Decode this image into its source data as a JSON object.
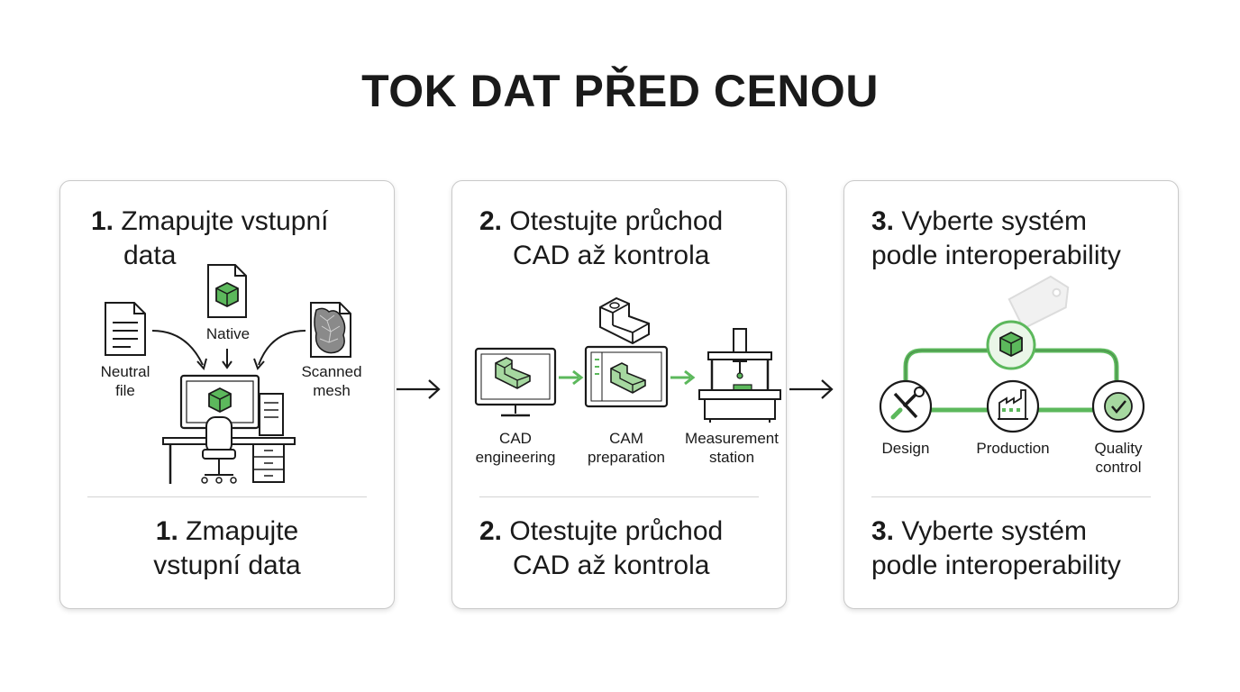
{
  "title": "TOK DAT PŘED CENOU",
  "colors": {
    "accent": "#5cb85c",
    "accent_light": "#a6d8a0",
    "ink": "#1a1a1a",
    "border": "#c9c9c9"
  },
  "panels": [
    {
      "header": {
        "num": "1.",
        "line1": "Zmapujte vstupní",
        "line2": "data"
      },
      "labels": {
        "neutral": "Neutral\nfile",
        "native": "Native",
        "scanned": "Scanned\nmesh"
      },
      "footer": {
        "num": "1.",
        "line1": "Zmapujte",
        "line2": "vstupní data"
      },
      "icons": [
        "document-icon",
        "cube-file-icon",
        "scan-mesh-icon",
        "workstation-icon"
      ]
    },
    {
      "header": {
        "num": "2.",
        "line1": "Otestujte průchod",
        "line2": "CAD až kontrola"
      },
      "labels": {
        "cad": "CAD\nengineering",
        "cam": "CAM\npreparation",
        "measure": "Measurement\nstation"
      },
      "footer": {
        "num": "2.",
        "line1": "Otestujte průchod",
        "line2": "CAD až kontrola"
      },
      "icons": [
        "part-icon",
        "cad-monitor-icon",
        "cam-monitor-icon",
        "cmm-icon"
      ]
    },
    {
      "header": {
        "num": "3.",
        "line1": "Vyberte systém",
        "line2": "podle interoperability"
      },
      "labels": {
        "design": "Design",
        "production": "Production",
        "quality": "Quality\ncontrol"
      },
      "footer": {
        "num": "3.",
        "line1": "Vyberte systém",
        "line2": "podle interoperability"
      },
      "icons": [
        "price-tag-icon",
        "cube-icon",
        "tools-icon",
        "factory-icon",
        "checkmark-icon"
      ]
    }
  ]
}
